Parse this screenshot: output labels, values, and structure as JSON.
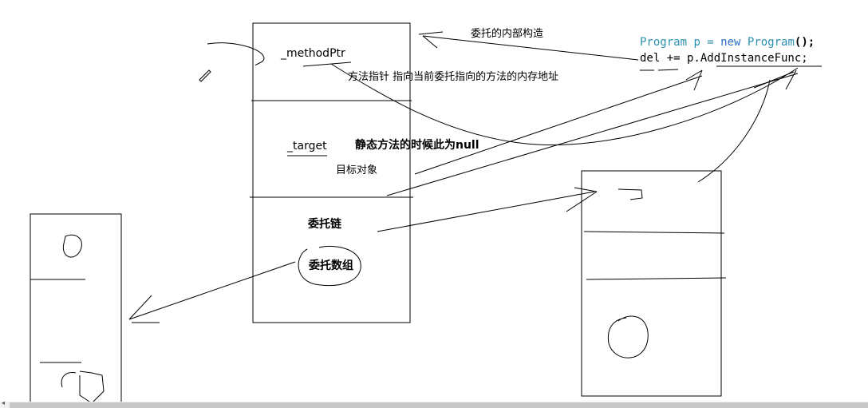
{
  "labels": {
    "method_ptr": "_methodPtr",
    "method_ptr_desc": "方法指针  指向当前委托指向的方法的内存地址",
    "internal_structure": "委托的内部构造",
    "target": "_target",
    "target_desc": "目标对象",
    "static_null": "静态方法的时候此为null",
    "delegate_chain": "委托链",
    "delegate_array": "委托数组"
  },
  "code": {
    "line1_type": "Program",
    "line1_var": " p = ",
    "line1_new": "new",
    "line1_ctor": " Program",
    "line1_end": "();",
    "line2": "del += p.AddInstanceFunc;"
  },
  "scrollbar": {
    "left_arrow": "◂"
  }
}
